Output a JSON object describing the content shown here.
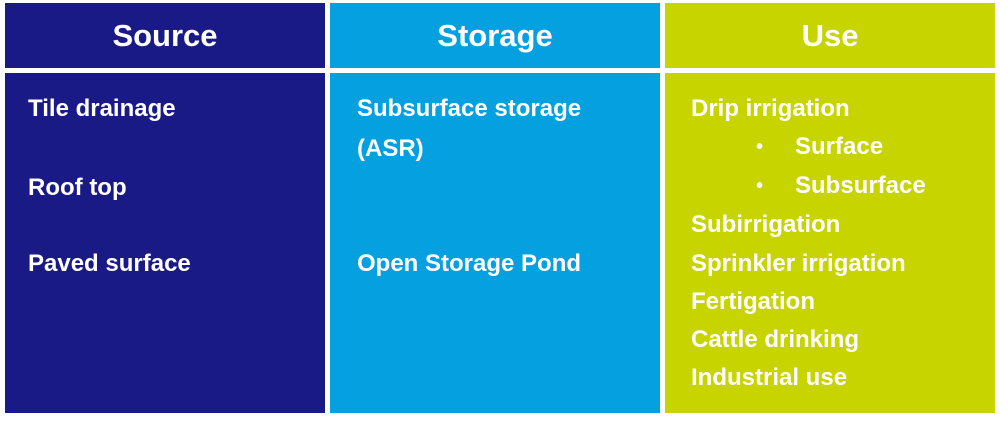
{
  "colors": {
    "source_bg": "#191a85",
    "storage_bg": "#04a0e0",
    "use_bg": "#c8d400",
    "text": "#ffffff"
  },
  "source": {
    "header": "Source",
    "items": [
      "Tile drainage",
      "Roof top",
      "Paved surface"
    ]
  },
  "storage": {
    "header": "Storage",
    "items": [
      "Subsurface storage",
      "(ASR)",
      "Open Storage Pond"
    ]
  },
  "use": {
    "header": "Use",
    "items": [
      "Drip irrigation",
      "Surface",
      "Subsurface",
      "Subirrigation",
      "Sprinkler irrigation",
      "Fertigation",
      "Cattle drinking",
      "Industrial use"
    ],
    "bullet_glyph": "•"
  }
}
